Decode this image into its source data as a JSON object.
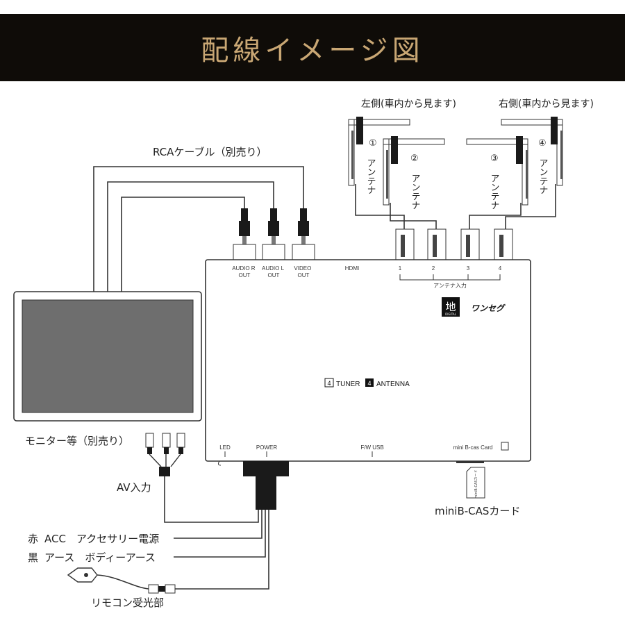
{
  "title": "配線イメージ図",
  "labels": {
    "left_side": "左側(車内から見ます)",
    "right_side": "右側(車内から見ます)",
    "rca_cable": "RCAケーブル（別売り）",
    "monitor": "モニター等（別売り）",
    "av_input": "AV入力",
    "acc_color": "赤",
    "acc_name": "ACC　アクセサリー電源",
    "ground_color": "黒",
    "ground_name": "アース　ボディーアース",
    "remote": "リモコン受光部",
    "card": "miniB-CASカード",
    "card_small": "miniB-CASカード"
  },
  "antennas": [
    {
      "num": "①",
      "text": "アンテナ"
    },
    {
      "num": "②",
      "text": "アンテナ"
    },
    {
      "num": "③",
      "text": "アンテナ"
    },
    {
      "num": "④",
      "text": "アンテナ"
    }
  ],
  "ports": {
    "audio_r": [
      "AUDIO R",
      "OUT"
    ],
    "audio_l": [
      "AUDIO L",
      "OUT"
    ],
    "video": [
      "VIDEO",
      "OUT"
    ],
    "hdmi": "HDMI",
    "antenna_inputs": [
      "1",
      "2",
      "3",
      "4"
    ],
    "antenna_input_label": "アンテナ入力",
    "led": "LED",
    "power": "POWER",
    "fw_usb": "F/W USB",
    "card_slot": "mini B-cas Card"
  },
  "badges": {
    "tuner_count": "4",
    "tuner": "TUNER",
    "antenna_count": "4",
    "antenna": "ANTENNA",
    "digital_mark": "地",
    "digital_sub": "DIGITAL",
    "oneseg": "ワンセグ"
  },
  "colors": {
    "title_bg": "#0f0c08",
    "title_text": "#c9a774",
    "line": "#333333",
    "screen": "#6e6e6e",
    "connector": "#1a1a1a"
  }
}
